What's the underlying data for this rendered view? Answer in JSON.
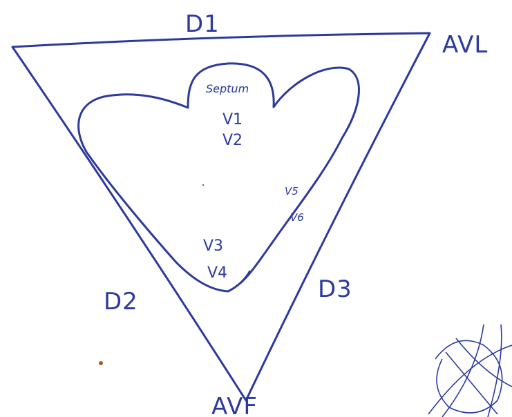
{
  "colors": {
    "ink": "#2c3a9e",
    "paper": "#ffffff",
    "dot": "#b5541e"
  },
  "leads": {
    "d1": "D1",
    "d2": "D2",
    "d3": "D3",
    "avl": "AVL",
    "avf": "AVF"
  },
  "heart": {
    "septum": "Septum",
    "v1": "V1",
    "v2": "V2",
    "v3": "V3",
    "v4": "V4",
    "v5": "V5",
    "v6": "V6"
  }
}
